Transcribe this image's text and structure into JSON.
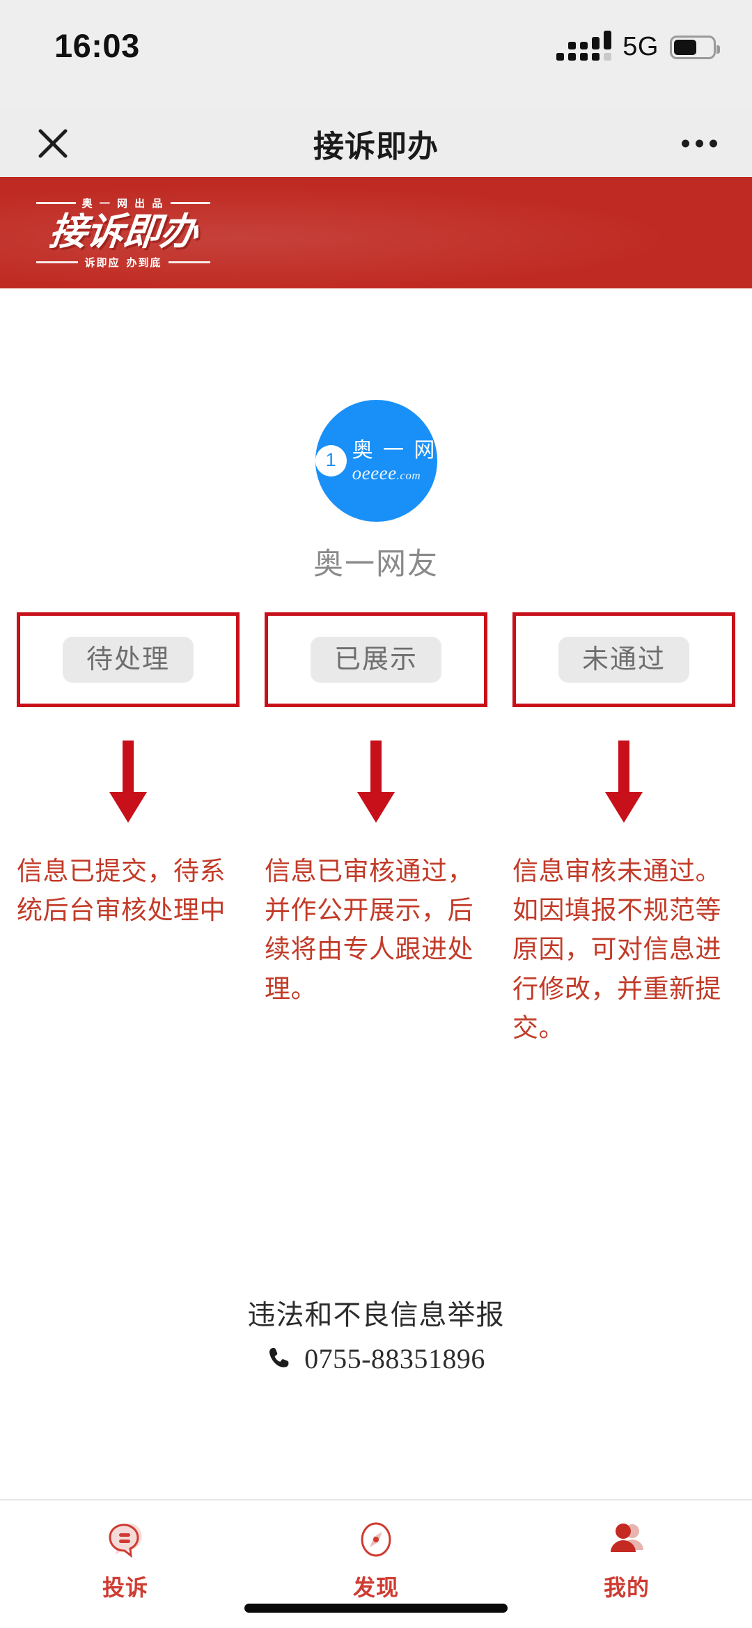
{
  "status_bar": {
    "time": "16:03",
    "network": "5G",
    "battery_level": 60,
    "signal_icon": "signal-bars-icon",
    "battery_icon": "battery-icon"
  },
  "nav": {
    "close_icon": "close-icon",
    "title": "接诉即办",
    "more_icon": "more-dots-icon"
  },
  "banner": {
    "top_tag": "奥 一 网 出 品",
    "main_title": "接诉即办",
    "bottom_tag_left": "诉即应",
    "bottom_tag_right": "办到底",
    "background_color": "#BF2A22"
  },
  "profile": {
    "avatar_badge": "1",
    "avatar_brand_cn": "奥 一 网",
    "avatar_brand_en": "oeeee",
    "avatar_brand_en_suffix": ".com",
    "avatar_color": "#1890F8",
    "username": "奥一网友"
  },
  "flow": {
    "accent_color": "#C8101A",
    "text_color": "#C23B28",
    "items": [
      {
        "status": "待处理",
        "arrow_icon": "down-arrow-icon",
        "description": "信息已提交，待系统后台审核处理中"
      },
      {
        "status": "已展示",
        "arrow_icon": "down-arrow-icon",
        "description": "信息已审核通过，并作公开展示，后续将由专人跟进处理。"
      },
      {
        "status": "未通过",
        "arrow_icon": "down-arrow-icon",
        "description": "信息审核未通过。如因填报不规范等原因，可对信息进行修改，并重新提交。"
      }
    ]
  },
  "footer": {
    "report_label": "违法和不良信息举报",
    "phone_icon": "phone-icon",
    "phone_number": "0755-88351896"
  },
  "tabbar": {
    "active_color": "#CF3B32",
    "items": [
      {
        "label": "投诉",
        "icon": "speech-bubble-icon"
      },
      {
        "label": "发现",
        "icon": "compass-icon"
      },
      {
        "label": "我的",
        "icon": "person-icon"
      }
    ]
  }
}
